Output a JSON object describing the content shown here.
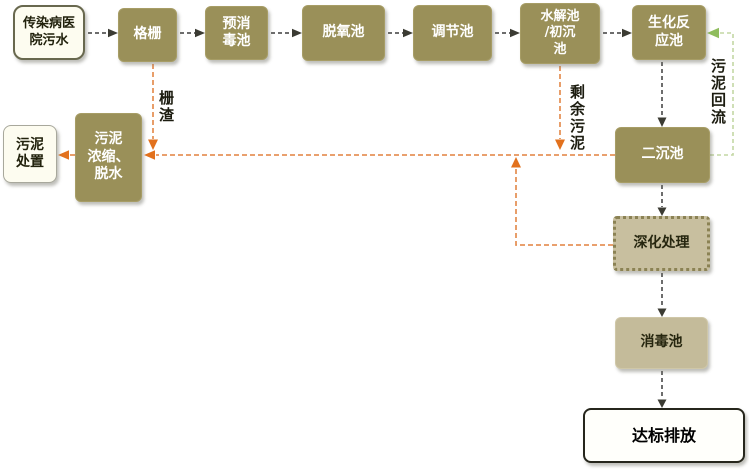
{
  "flowchart": {
    "nodes": {
      "source": "传染病医\n院污水",
      "bar_screen": "格栅",
      "pre_disinfection": "预消\n毒池",
      "deoxygenation": "脱氧池",
      "regulating": "调节池",
      "hydrolysis": "水解池\n/初沉\n池",
      "biochemical": "生化反\n应池",
      "secondary_sedimentation": "二沉池",
      "advanced_treatment": "深化处理",
      "disinfection": "消毒池",
      "discharge": "达标排放",
      "sludge_thickening": "污泥\n浓缩、\n脱水",
      "sludge_disposal": "污泥\n处置"
    },
    "edge_labels": {
      "screen_residue": "栅渣",
      "excess_sludge": "剩余污泥",
      "sludge_return": "污泥回流"
    },
    "colors": {
      "process_box_olive": "#9a9059",
      "tan_box": "#c4bb9a",
      "cream_box": "#fdfcf0",
      "main_flow_arrow": "#3d3d3d",
      "sludge_flow_arrow_orange": "#e2711d",
      "sludge_return_arrow_green": "#8fbd5d"
    }
  }
}
